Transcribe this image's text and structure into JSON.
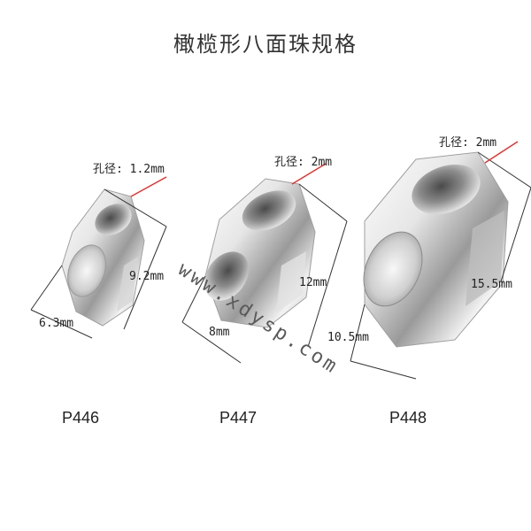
{
  "title": "橄榄形八面珠规格",
  "watermark": "www.xdysp.com",
  "products": [
    {
      "code": "P446",
      "hole": "孔径: 1.2mm",
      "height": "9.2mm",
      "width": "6.3mm"
    },
    {
      "code": "P447",
      "hole": "孔径: 2mm",
      "height": "12mm",
      "width": "8mm"
    },
    {
      "code": "P448",
      "hole": "孔径: 2mm",
      "height": "15.5mm",
      "width": "10.5mm"
    }
  ],
  "colors": {
    "pointer": "#e03030",
    "line": "#333333",
    "metal": "#c8c8c8"
  }
}
